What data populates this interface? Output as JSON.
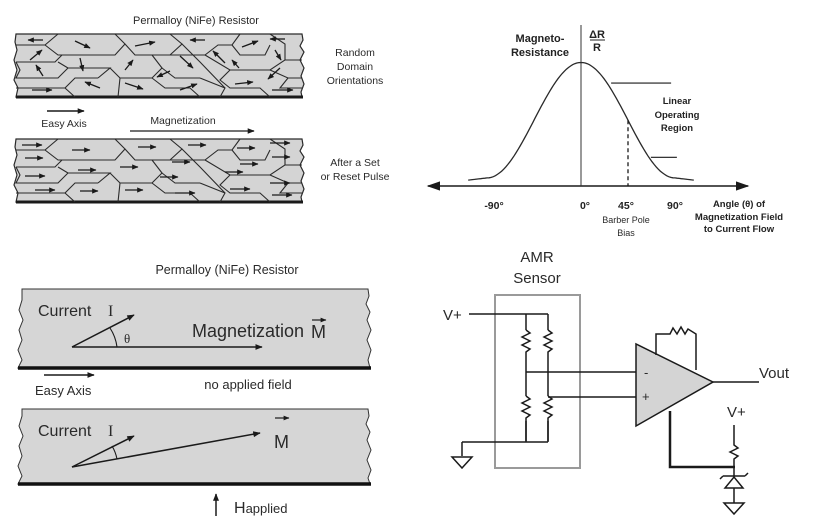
{
  "panels": {
    "domains": {
      "title": "Permalloy (NiFe) Resistor",
      "random_label": [
        "Random",
        "Domain",
        "Orientations"
      ],
      "easy_axis_label": "Easy Axis",
      "magnetization_label": "Magnetization",
      "set_label": [
        "After a Set",
        "or Reset Pulse"
      ]
    },
    "resistor_angle": {
      "title": "Permalloy (NiFe) Resistor",
      "current_label": "Current",
      "current_symbol": "I",
      "theta_symbol": "θ",
      "magnetization_label": "Magnetization",
      "m_symbol": "M",
      "easy_axis_label": "Easy Axis",
      "no_field_label": "no applied field",
      "h_label": "H",
      "h_sub": "applied"
    },
    "circuit": {
      "title": [
        "AMR",
        "Sensor"
      ],
      "vplus_label": "V+",
      "vout_label": "Vout",
      "minus_label": "-",
      "plus_label": "+",
      "vplus2_label": "V+"
    }
  },
  "chart_data": {
    "type": "line",
    "title": "Magneto-Resistance ΔR/R vs Angle",
    "ylabel": [
      "Magneto-",
      "Resistance"
    ],
    "ylabel_fraction": {
      "numerator": "ΔR",
      "denominator": "R"
    },
    "xlabel": [
      "Angle (θ) of",
      "Magnetization Field",
      "to Current Flow"
    ],
    "x_ticks": [
      "-90°",
      "0°",
      "45°",
      "90°"
    ],
    "x_tick_values": [
      -90,
      0,
      45,
      90
    ],
    "xlim": [
      -150,
      150
    ],
    "ylim": [
      0,
      1
    ],
    "series": [
      {
        "name": "ΔR/R",
        "function": "cos^2(θ)",
        "x": [
          -110,
          -90,
          -60,
          -45,
          -30,
          0,
          30,
          45,
          60,
          90,
          110
        ],
        "y": [
          0.03,
          0.06,
          0.3,
          0.5,
          0.73,
          1.0,
          0.73,
          0.5,
          0.3,
          0.06,
          0.03
        ]
      }
    ],
    "annotations": [
      {
        "text": [
          "Linear",
          "Operating",
          "Region"
        ],
        "type": "bracket",
        "x_range_deg": [
          25,
          65
        ]
      },
      {
        "text": [
          "Barber Pole",
          "Bias"
        ],
        "type": "dashed-marker",
        "x": 45
      }
    ],
    "grid": false
  }
}
